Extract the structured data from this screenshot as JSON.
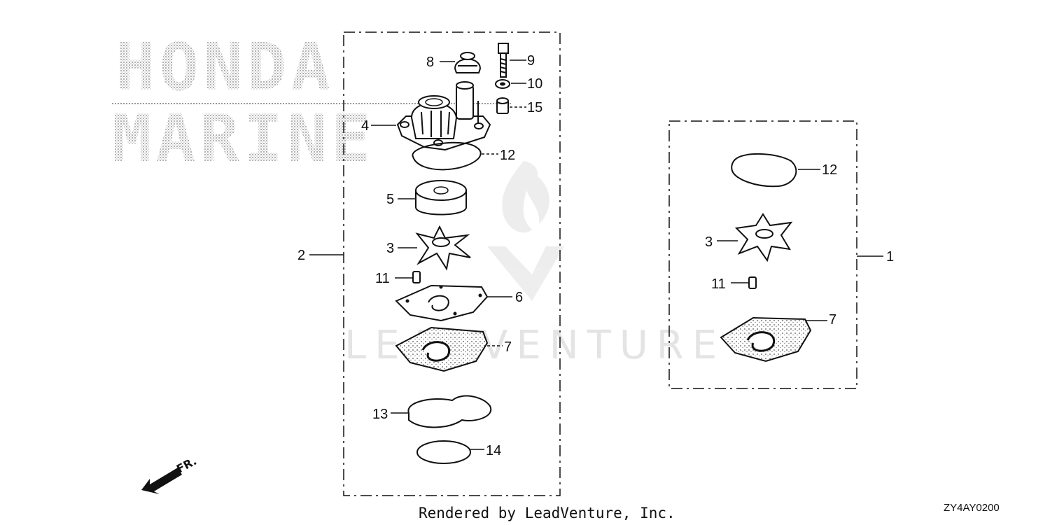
{
  "watermark": {
    "brand_top": "HONDA",
    "brand_bottom": "MARINE",
    "brand_dealer": "LEADVENTURE"
  },
  "groups": {
    "left_group_label": "2",
    "right_group_label": "1"
  },
  "callouts_left": {
    "c8": "8",
    "c9": "9",
    "c10": "10",
    "c15": "15",
    "c4": "4",
    "c12": "12",
    "c5": "5",
    "c3": "3",
    "c11": "11",
    "c6": "6",
    "c7": "7",
    "c13": "13",
    "c14": "14"
  },
  "callouts_right": {
    "c12": "12",
    "c3": "3",
    "c11": "11",
    "c7": "7"
  },
  "direction_label": "FR.",
  "footer": {
    "rendered_by": "Rendered by LeadVenture, Inc.",
    "diagram_code": "ZY4AY0200"
  }
}
